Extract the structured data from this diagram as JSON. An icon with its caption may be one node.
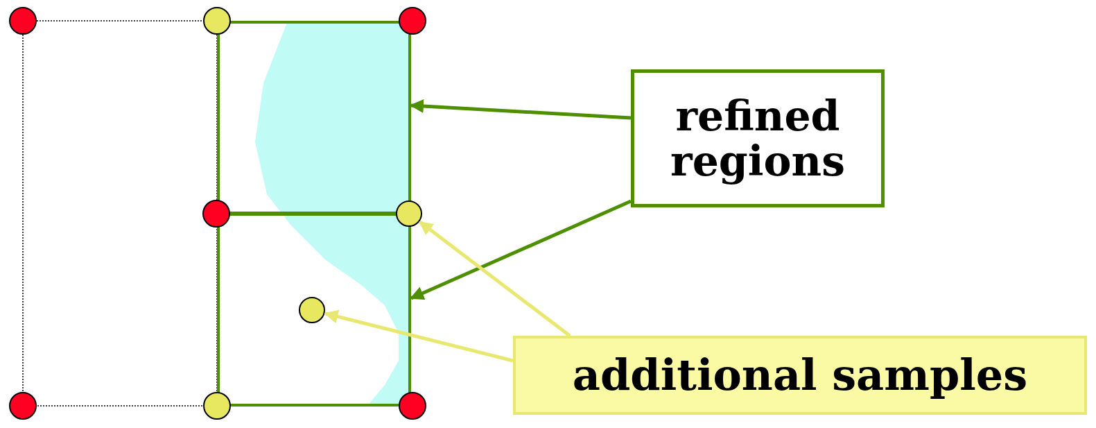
{
  "diagram": {
    "nodes": [
      {
        "text": [
          "refined regions"
        ]
      },
      {
        "text": [],
        "shape": "box"
      },
      {
        "text": [],
        "shape": "box"
      },
      {
        "text": [
          "additional samples"
        ]
      },
      {
        "text": [],
        "shape": "circle"
      },
      {
        "text": [],
        "shape": "circle",
        "in": 2
      }
    ],
    "edges": [
      {
        "from": 0,
        "to": 1,
        "arrow": "to"
      },
      {
        "from": 0,
        "to": 2,
        "arrow": "to"
      },
      {
        "from": 3,
        "to": 5,
        "arrow": "to",
        "color": "#e8e870"
      },
      {
        "from": 3,
        "to": 4,
        "arrow": "to",
        "color": "#e8e870"
      }
    ]
  }
}
